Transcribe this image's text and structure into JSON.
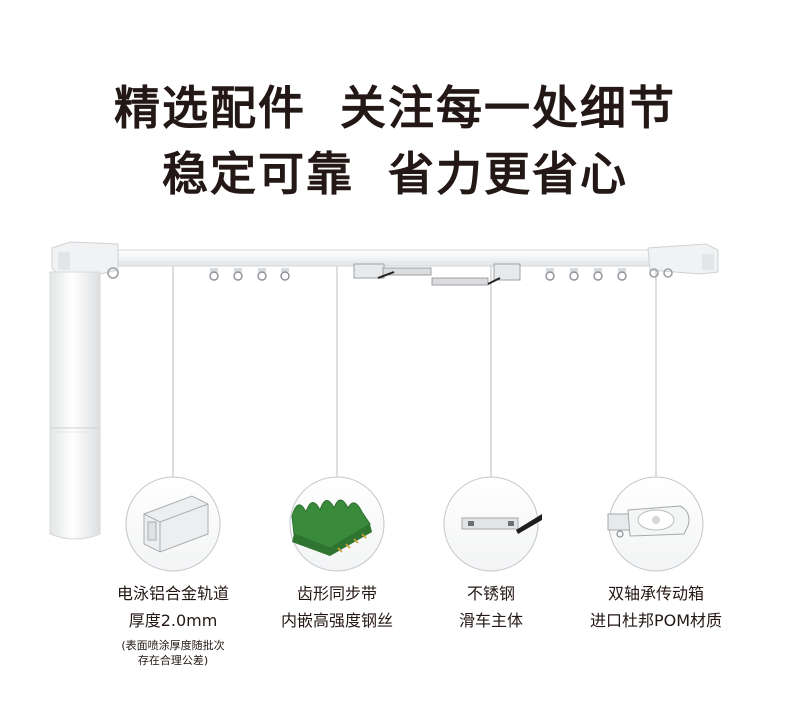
{
  "headline": {
    "line1_left": "精选配件",
    "line1_right": "关注每一处细节",
    "line2_left": "稳定可靠",
    "line2_right": "省力更省心"
  },
  "features": [
    {
      "line1": "电泳铝合金轨道",
      "line2": "厚度2.0mm",
      "note1": "(表面喷涂厚度随批次",
      "note2": "存在合理公差)",
      "icon": "aluminum-rail-icon"
    },
    {
      "line1": "齿形同步带",
      "line2": "内嵌高强度钢丝",
      "icon": "toothed-belt-icon"
    },
    {
      "line1": "不锈钢",
      "line2": "滑车主体",
      "icon": "steel-glider-icon"
    },
    {
      "line1": "双轴承传动箱",
      "line2": "进口杜邦POM材质",
      "icon": "gearbox-icon"
    }
  ],
  "colors": {
    "text": "#231815",
    "rail": "#f4f5f5",
    "rail_edge": "#d6d8da",
    "belt_green": "#3a8a3c",
    "pin_gold": "#c9a23a"
  }
}
